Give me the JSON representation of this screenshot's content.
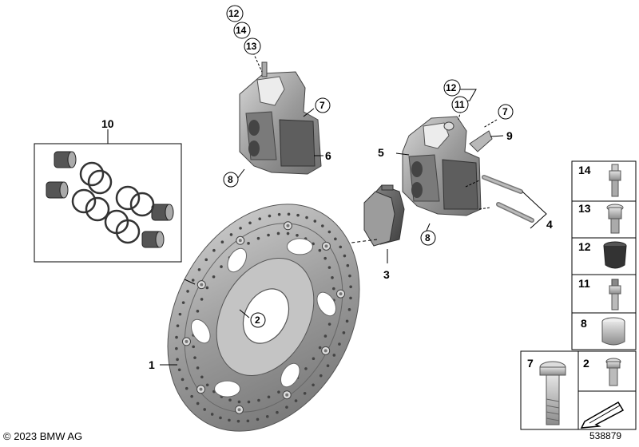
{
  "labels": {
    "l1": "1",
    "l2": "2",
    "l3": "3",
    "l4": "4",
    "l5": "5",
    "l6": "6",
    "l7a": "7",
    "l7b": "7",
    "l8a": "8",
    "l8b": "8",
    "l9": "9",
    "l10": "10",
    "l11": "11",
    "l12a": "12",
    "l12b": "12",
    "l13": "13",
    "l14": "14"
  },
  "legend": [
    {
      "num": "14",
      "icon": "bleed-valve-icon"
    },
    {
      "num": "13",
      "icon": "bleed-valve-cap-icon"
    },
    {
      "num": "12",
      "icon": "dust-cap-icon"
    },
    {
      "num": "11",
      "icon": "bleed-screw-icon"
    },
    {
      "num": "8",
      "icon": "bushing-icon"
    },
    {
      "num": "7",
      "icon": "torx-bolt-icon"
    },
    {
      "num": "2",
      "icon": "rivet-icon"
    }
  ],
  "footer": {
    "copyright": "© 2023 BMW AG",
    "diagram_id": "538879"
  }
}
